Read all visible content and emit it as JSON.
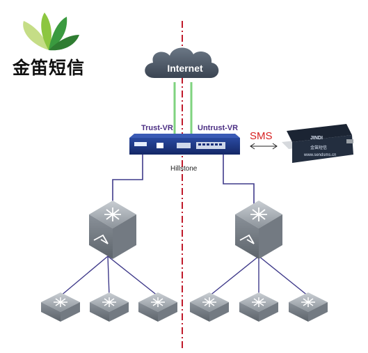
{
  "brand": {
    "name": "金笛短信"
  },
  "labels": {
    "internet": "Internet",
    "trust_vr": "Trust-VR",
    "untrust_vr": "Untrust-VR",
    "firewall_name": "Hillstone",
    "sms": "SMS",
    "modem_brand": "JINDI",
    "modem_cn": "金笛短信",
    "modem_url": "www.sendsms.cn"
  },
  "colors": {
    "link_purple": "#3f3a8a",
    "divider_red": "#c0192a",
    "internet_green": "#7fd37f",
    "cloud": "#4b5867",
    "device_gray": "#9aa3ab",
    "firewall_blue": "#1a2f7a",
    "modem_dark": "#1b2433",
    "sms_red": "#d62020"
  },
  "icons": [
    "leaf-logo-icon",
    "cloud-icon",
    "firewall-icon",
    "core-switch-icon",
    "access-switch-icon",
    "sms-modem-icon",
    "double-arrow-icon"
  ]
}
